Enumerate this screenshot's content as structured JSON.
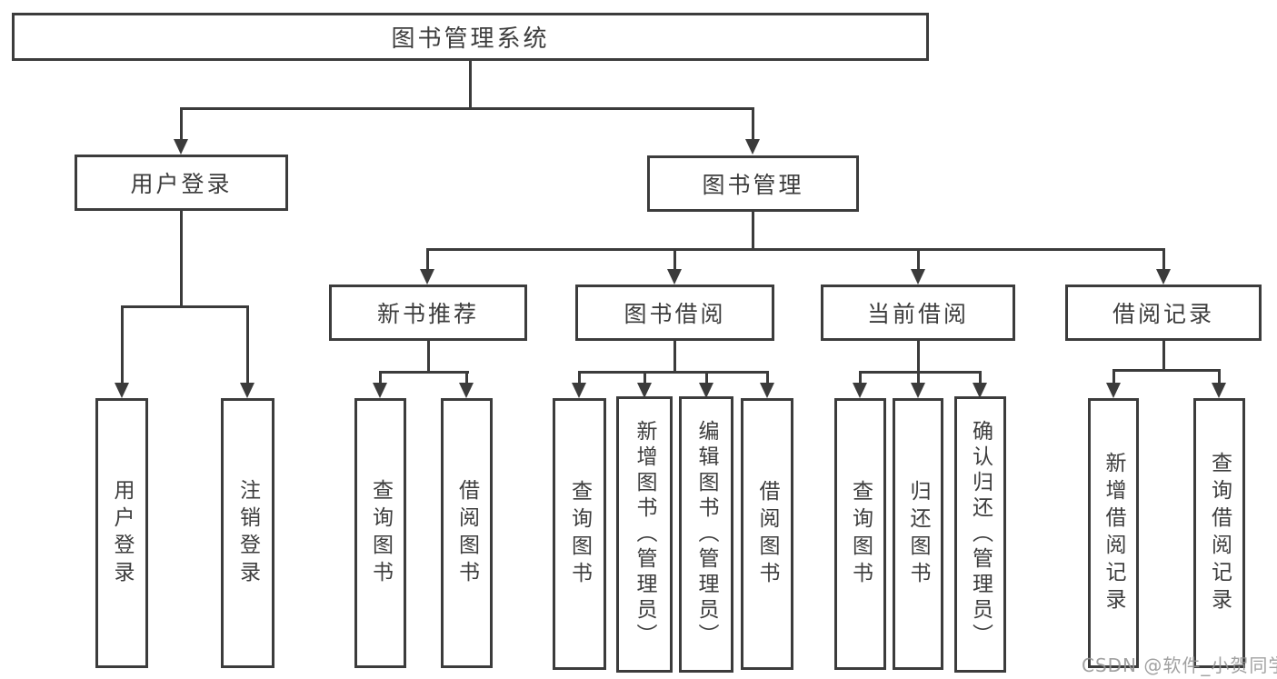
{
  "page": {
    "background": "#ffffff"
  },
  "colors": {
    "line": "#3b3b3b",
    "box_border": "#3c3c3c",
    "text": "#3d3d3d",
    "watermark": "#949494"
  },
  "tree": {
    "root": {
      "label": "图书管理系统"
    },
    "branches": [
      {
        "label": "用户登录",
        "children": [
          {
            "label": "用户登录"
          },
          {
            "label": "注销登录"
          }
        ]
      },
      {
        "label": "图书管理",
        "children": [
          {
            "label": "新书推荐",
            "children": [
              {
                "label": "查询图书"
              },
              {
                "label": "借阅图书"
              }
            ]
          },
          {
            "label": "图书借阅",
            "children": [
              {
                "label": "查询图书"
              },
              {
                "label": "新增图书（管理员）"
              },
              {
                "label": "编辑图书（管理员）"
              },
              {
                "label": "借阅图书"
              }
            ]
          },
          {
            "label": "当前借阅",
            "children": [
              {
                "label": "查询图书"
              },
              {
                "label": "归还图书"
              },
              {
                "label": "确认归还（管理员）"
              }
            ]
          },
          {
            "label": "借阅记录",
            "children": [
              {
                "label": "新增借阅记录"
              },
              {
                "label": "查询借阅记录"
              }
            ]
          }
        ]
      }
    ]
  },
  "watermark": {
    "text": "CSDN @软件_小贺同学"
  }
}
